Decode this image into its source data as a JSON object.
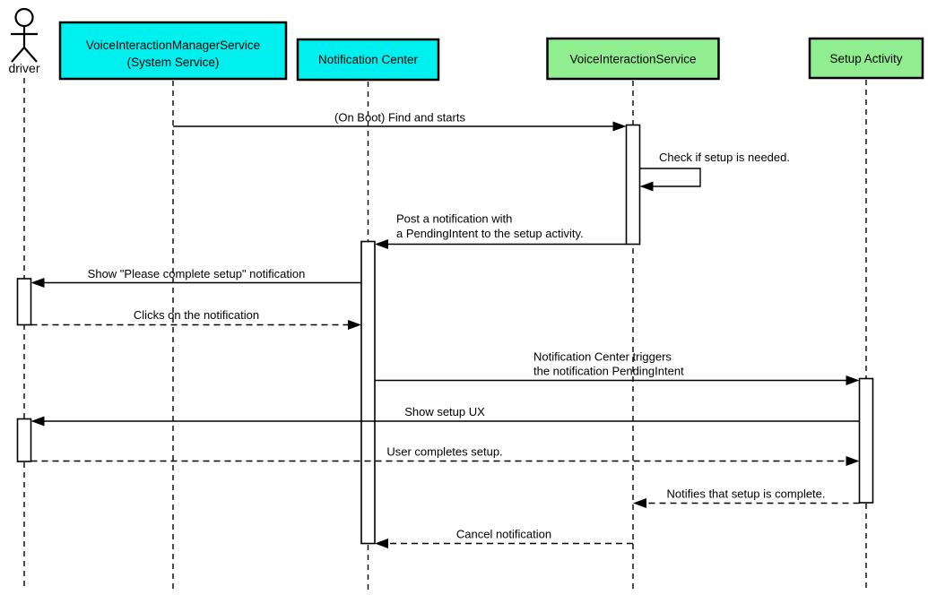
{
  "diagram": {
    "type": "uml-sequence",
    "background_color": "#ffffff",
    "line_color": "#000000",
    "actor": {
      "name": "driver"
    },
    "participants": [
      {
        "id": "voice-interaction-manager-service",
        "label_lines": [
          "VoiceInteractionManagerService",
          "(System Service)"
        ],
        "color": "#00F0F0"
      },
      {
        "id": "notification-center",
        "label": "Notification Center",
        "color": "#00F0F0"
      },
      {
        "id": "voice-interaction-service",
        "label": "VoiceInteractionService",
        "color": "#90EE90"
      },
      {
        "id": "setup-activity",
        "label": "Setup Activity",
        "color": "#90EE90"
      }
    ],
    "messages": [
      {
        "from": "VoiceInteractionManagerService (System Service)",
        "to": "VoiceInteractionService",
        "style": "solid",
        "label": "(On Boot) Find and starts"
      },
      {
        "from": "VoiceInteractionService",
        "to": "VoiceInteractionService",
        "style": "solid-self",
        "label": "Check if setup is needed."
      },
      {
        "from": "VoiceInteractionService",
        "to": "Notification Center",
        "style": "solid",
        "lines": [
          "Post a notification with",
          "a PendingIntent to the setup activity."
        ]
      },
      {
        "from": "Notification Center",
        "to": "driver",
        "style": "solid",
        "label": "Show \"Please complete setup\" notification"
      },
      {
        "from": "driver",
        "to": "Notification Center",
        "style": "dashed",
        "label": "Clicks on the notification"
      },
      {
        "from": "Notification Center",
        "to": "Setup Activity",
        "style": "solid",
        "lines": [
          "Notification Center triggers",
          "the notification PendingIntent"
        ]
      },
      {
        "from": "Setup Activity",
        "to": "driver",
        "style": "solid",
        "label": "Show setup UX"
      },
      {
        "from": "driver",
        "to": "Setup Activity",
        "style": "dashed",
        "label": "User completes setup."
      },
      {
        "from": "Setup Activity",
        "to": "VoiceInteractionService",
        "style": "dashed",
        "label": "Notifies that setup is complete."
      },
      {
        "from": "VoiceInteractionService",
        "to": "Notification Center",
        "style": "dashed",
        "label": "Cancel notification"
      }
    ]
  }
}
